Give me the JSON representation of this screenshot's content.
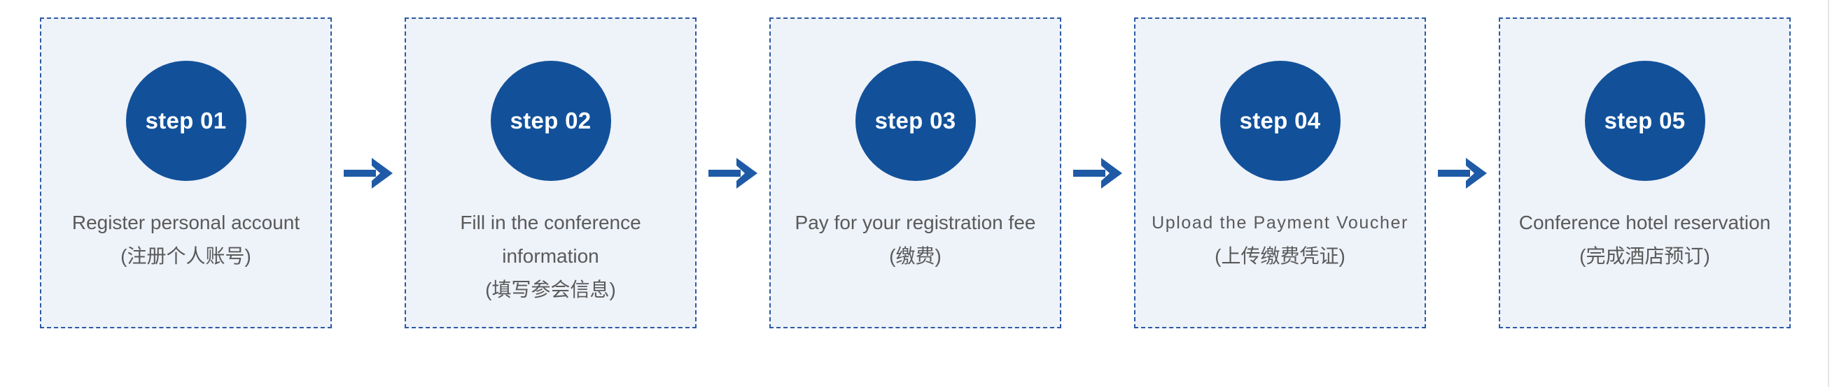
{
  "colors": {
    "circle": "#12519a",
    "card_background": "#eef2f9",
    "card_border": "#2b5aa3",
    "arrow": "#1f5aa6",
    "text": "#5a5a5a"
  },
  "arrow_icon": "right-arrow",
  "steps": [
    {
      "label": "step 01",
      "text_en": "Register personal account",
      "text_cn": "(注册个人账号)"
    },
    {
      "label": "step 02",
      "text_en": "Fill in the conference information",
      "text_cn": "(填写参会信息)"
    },
    {
      "label": "step 03",
      "text_en": "Pay for your registration fee",
      "text_cn": "(缴费)"
    },
    {
      "label": "step 04",
      "text_en": "Upload the Payment Voucher",
      "text_cn": "(上传缴费凭证)"
    },
    {
      "label": "step 05",
      "text_en": "Conference hotel reservation",
      "text_cn": "(完成酒店预订)"
    }
  ]
}
